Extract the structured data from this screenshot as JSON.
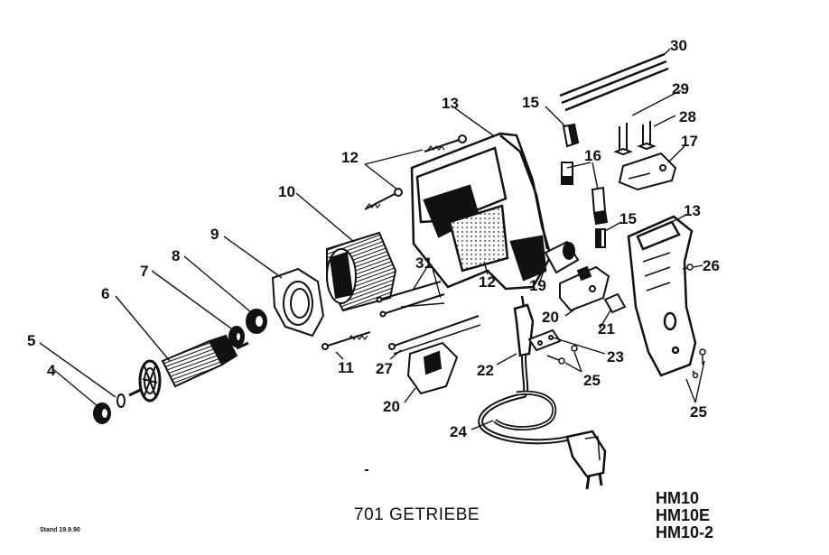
{
  "callouts": [
    "4",
    "5",
    "6",
    "7",
    "8",
    "9",
    "10",
    "11",
    "12",
    "12",
    "13",
    "13",
    "15",
    "15",
    "16",
    "17",
    "19",
    "20",
    "20",
    "21",
    "22",
    "23",
    "24",
    "25",
    "25",
    "26",
    "27",
    "28",
    "29",
    "30",
    "31"
  ],
  "section_title": "701  GETRIEBE",
  "models": [
    "HM10",
    "HM10E",
    "HM10-2"
  ],
  "stand": "Stand 19.9.90",
  "colors": {
    "ink": "#111111",
    "paper": "#ffffff"
  }
}
